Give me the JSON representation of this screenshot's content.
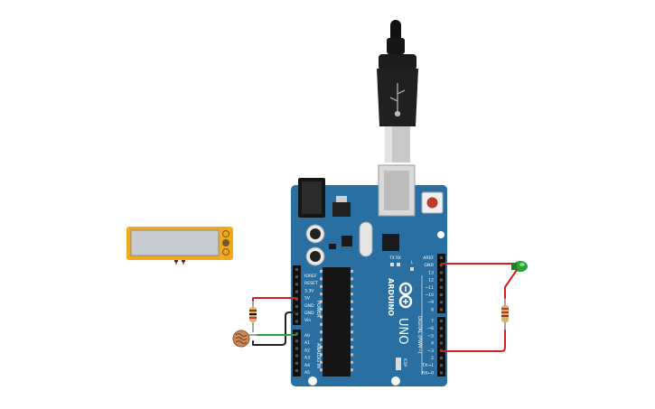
{
  "board": {
    "brand": "ARDUINO",
    "model": "UNO",
    "power_label": "POWER",
    "analog_label": "ANALOG IN",
    "digital_label": "DIGITAL (PWM~)",
    "power_pins": [
      "IOREF",
      "RESET",
      "3.3V",
      "5V",
      "GND",
      "GND",
      "Vin"
    ],
    "analog_pins": [
      "A0",
      "A1",
      "A2",
      "A3",
      "A4",
      "A5"
    ],
    "digital_top": [
      "AREF",
      "GND",
      "13",
      "12",
      "~11",
      "~10",
      "~9",
      "8"
    ],
    "digital_bottom": [
      "7",
      "~6",
      "~5",
      "4",
      "~3",
      "2",
      "TX→1",
      "RX←0"
    ],
    "tx_label": "TX",
    "rx_label": "RX",
    "l_label": "L",
    "on_label": "ON",
    "icsp_label": "ICSP"
  },
  "components": {
    "serial_monitor": "serial monitor",
    "photoresistor": "photoresistor",
    "resistor_1": "resistor",
    "resistor_2": "resistor",
    "led": "LED"
  },
  "colors": {
    "board": "#2a6fa1",
    "header": "#111111",
    "wire_red": "#d21f1f",
    "wire_black": "#222222",
    "wire_green": "#2aa136",
    "led_green": "#2aa136",
    "display_frame": "#f2a91c"
  }
}
